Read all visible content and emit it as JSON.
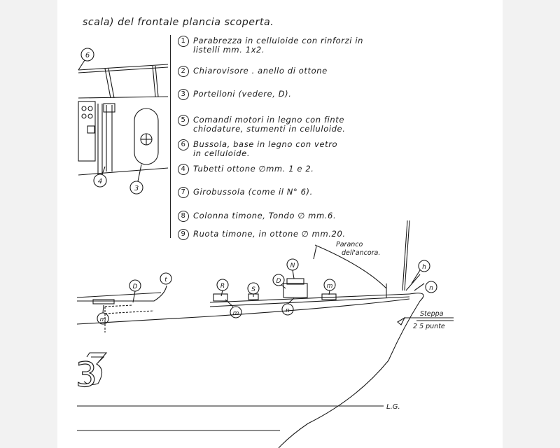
{
  "header": {
    "text": "scala) del frontale plancia scoperta."
  },
  "legend": [
    {
      "num": "1",
      "text": "Parabrezza in celluloide con rinforzi in\nlistelli mm. 1x2."
    },
    {
      "num": "2",
      "text": "Chiarovisore . anello di ottone"
    },
    {
      "num": "3",
      "text": "Portelloni (vedere, D)."
    },
    {
      "num": "5",
      "text": "Comandi motori in legno con finte\nchiodature, stumenti in celluloide."
    },
    {
      "num": "6",
      "text": "Bussola, base in legno con vetro\nin celluloide."
    },
    {
      "num": "4",
      "text": "Tubetti ottone ∅mm. 1 e 2."
    },
    {
      "num": "7",
      "text": "Girobussola (come il N° 6)."
    },
    {
      "num": "8",
      "text": "Colonna timone, Tondo ∅ mm.6."
    },
    {
      "num": "9",
      "text": "Ruota timone, in ottone ∅ mm.20."
    }
  ],
  "callouts": {
    "detail_6": "6",
    "detail_4": "4",
    "detail_3": "3",
    "hull_D1": "D",
    "hull_t": "t",
    "hull_m1": "m",
    "hull_R": "R",
    "hull_S": "S",
    "hull_N": "N",
    "hull_D2": "D",
    "hull_m2": "m",
    "hull_m3": "m",
    "hull_n1": "n",
    "hull_h": "h",
    "hull_n2": "n"
  },
  "annotations": {
    "paranco": "Paranco",
    "ancora": "dell'ancora.",
    "steppa": "Steppa",
    "punte": "2 5 punte",
    "lg": "L.G.",
    "hull_number": "3"
  },
  "colors": {
    "ink": "#1a1a1a",
    "paper": "#ffffff",
    "margin": "#f2f2f2"
  }
}
